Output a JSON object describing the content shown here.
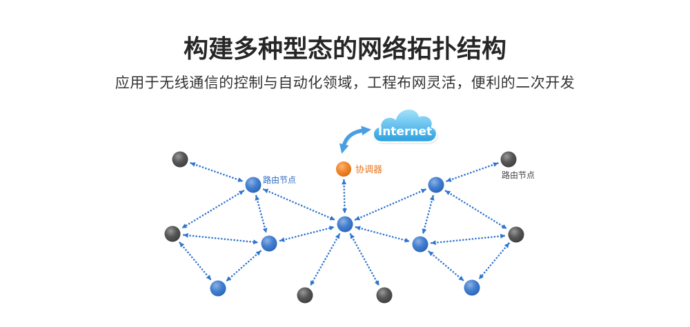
{
  "header": {
    "title": "构建多种型态的网络拓扑结构",
    "subtitle": "应用于无线通信的控制与自动化领域，工程布网灵活，便利的二次开发"
  },
  "diagram": {
    "cloud_label": "Internet",
    "coordinator_label": "协调器",
    "router_label_left": "路由节点",
    "router_label_right": "路由节点"
  },
  "colors": {
    "title_text": "#262626",
    "router_node": "#2f72cc",
    "end_node": "#454545",
    "coordinator_node": "#f27a14",
    "link": "#2f74cf",
    "cloud_top": "#a6e4fc",
    "cloud_bottom": "#2a9fe0",
    "cloud_arrow": "#4a9fe2",
    "router_label_left": "#2c6bc4",
    "router_label_right": "#444444",
    "coordinator_label": "#e8731a"
  }
}
